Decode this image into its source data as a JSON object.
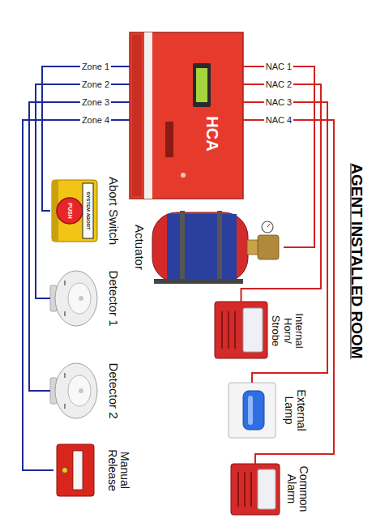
{
  "diagram": {
    "title": "AGENT INSTALLED ROOM",
    "nodes": [
      {
        "text": [
          "HCA"
        ]
      },
      {
        "text": [
          "Abort Switch"
        ]
      },
      {
        "text": [
          "Detector 1"
        ]
      },
      {
        "text": [
          "Detector 2"
        ]
      },
      {
        "text": [
          "Manual Release"
        ]
      },
      {
        "text": [
          "Actuator"
        ]
      },
      {
        "text": [
          "Internal Horn/ Strobe"
        ]
      },
      {
        "text": [
          "External Lamp"
        ]
      },
      {
        "text": [
          "Common Alarm"
        ]
      }
    ],
    "edges": [
      {
        "from": 0,
        "to": 1,
        "arrow": "none",
        "label": "Zone 1"
      },
      {
        "from": 0,
        "to": 2,
        "arrow": "none",
        "label": "Zone 2"
      },
      {
        "from": 0,
        "to": 3,
        "arrow": "none",
        "label": "Zone 3"
      },
      {
        "from": 0,
        "to": 4,
        "arrow": "none",
        "label": "Zone 4"
      },
      {
        "from": 0,
        "to": 5,
        "arrow": "none",
        "label": "NAC 1"
      },
      {
        "from": 0,
        "to": 6,
        "arrow": "none",
        "label": "NAC 2"
      },
      {
        "from": 0,
        "to": 7,
        "arrow": "none",
        "label": "NAC 3"
      },
      {
        "from": 0,
        "to": 8,
        "arrow": "none",
        "label": "NAC 4"
      }
    ],
    "labels": [
      "SYSTEM ABORT",
      "PUSH"
    ]
  }
}
